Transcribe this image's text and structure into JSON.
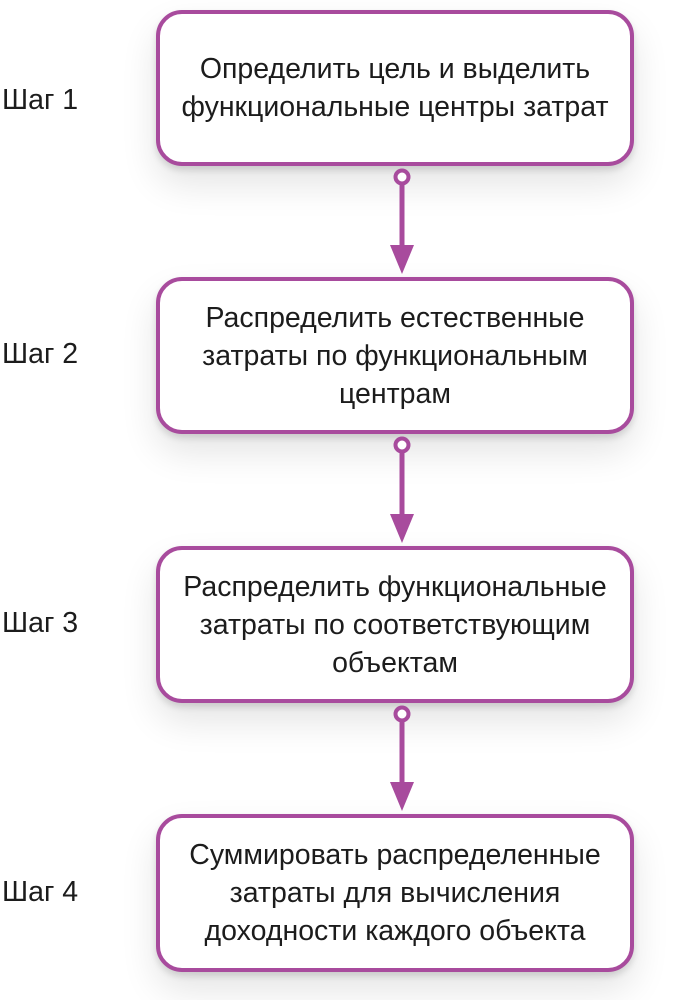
{
  "diagram": {
    "type": "flowchart",
    "direction": "top-to-bottom",
    "accent_color": "#a84b9d",
    "text_color": "#1c1c1c",
    "box_background": "#ffffff",
    "connector": {
      "start_marker": "open-circle",
      "end_marker": "arrow-down"
    },
    "steps": [
      {
        "label": "Шаг 1",
        "text": "Определить цель и выделить функциональные центры затрат"
      },
      {
        "label": "Шаг 2",
        "text": "Распределить естественные затраты по функциональным центрам"
      },
      {
        "label": "Шаг 3",
        "text": "Распределить функциональные затраты по соответствующим объектам"
      },
      {
        "label": "Шаг 4",
        "text": "Суммировать распределенные затраты для вычисления доходности каждого объекта"
      }
    ]
  }
}
